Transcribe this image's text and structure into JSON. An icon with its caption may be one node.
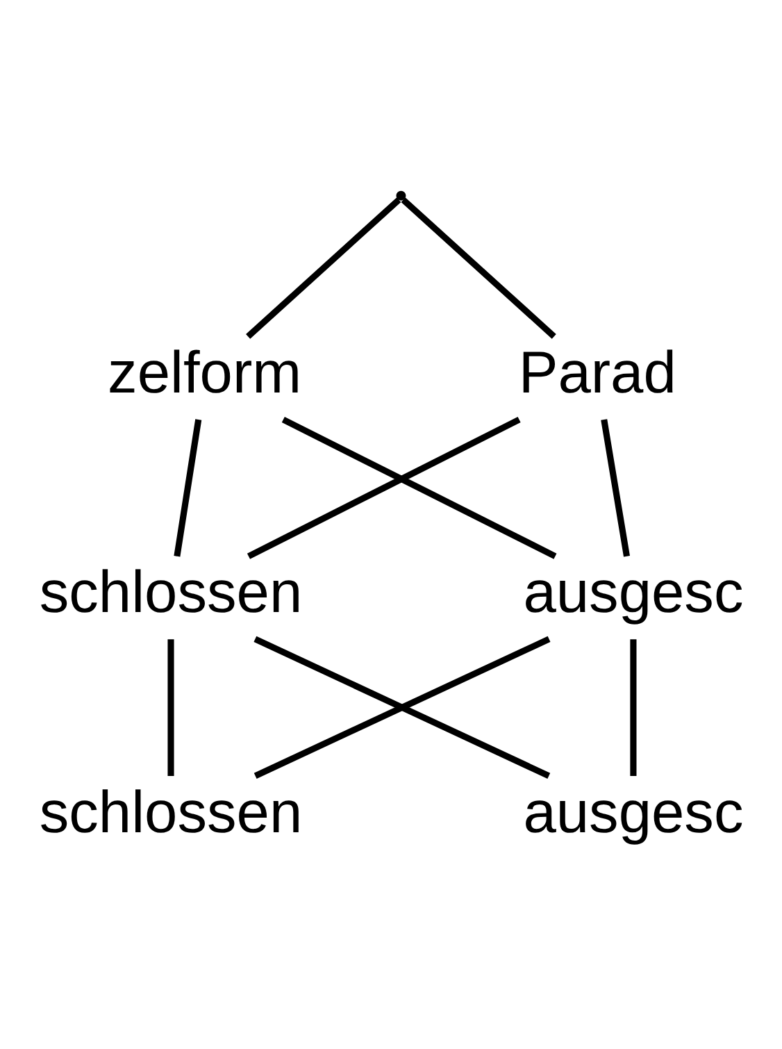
{
  "diagram": {
    "nodes": [
      {
        "text": [],
        "shape": "point"
      },
      {
        "text": [
          "zelform"
        ]
      },
      {
        "text": [
          "Parad"
        ]
      },
      {
        "text": [
          "schlossen"
        ]
      },
      {
        "text": [
          "ausgesc"
        ]
      },
      {
        "text": [
          "schlossen"
        ]
      },
      {
        "text": [
          "ausgesc"
        ]
      }
    ],
    "edges": [
      {
        "from": 0,
        "to": 1,
        "arrow": "none"
      },
      {
        "from": 0,
        "to": 2,
        "arrow": "none"
      },
      {
        "from": 1,
        "to": 3,
        "arrow": "none"
      },
      {
        "from": 1,
        "to": 4,
        "arrow": "none"
      },
      {
        "from": 2,
        "to": 3,
        "arrow": "none"
      },
      {
        "from": 2,
        "to": 4,
        "arrow": "none"
      },
      {
        "from": 3,
        "to": 5,
        "arrow": "none"
      },
      {
        "from": 3,
        "to": 6,
        "arrow": "none"
      },
      {
        "from": 4,
        "to": 5,
        "arrow": "none"
      },
      {
        "from": 4,
        "to": 6,
        "arrow": "none"
      }
    ]
  }
}
